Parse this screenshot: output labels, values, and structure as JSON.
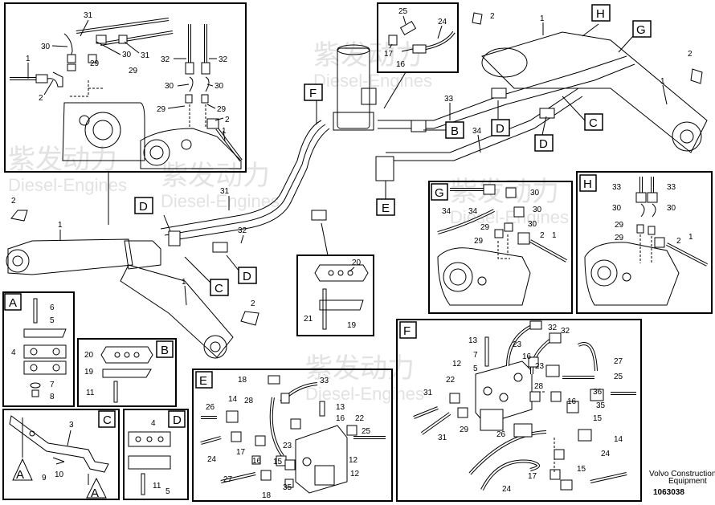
{
  "watermark": {
    "chinese": "紫发动力",
    "latin": "Diesel-Engines"
  },
  "footer": {
    "company_line1": "Volvo Construction",
    "company_line2": "Equipment",
    "drawing_number": "1063038"
  },
  "main_callouts": {
    "c1a": "1",
    "c2a": "2",
    "c31": "31",
    "c32": "32",
    "c1b": "1",
    "c2b": "2",
    "c33": "33",
    "c34": "34",
    "c1c": "1",
    "c2c": "2",
    "c1d": "1",
    "c2d": "2"
  },
  "main_letters": {
    "F": "F",
    "B": "B",
    "D1": "D",
    "D2": "D",
    "C1": "C",
    "D3": "D",
    "H": "H",
    "G": "G",
    "C2": "C",
    "D4": "D",
    "E": "E"
  },
  "inset_top_left": {
    "l31": "31",
    "l30a": "30",
    "l30b": "30",
    "l31b": "31",
    "l29a": "29",
    "l29b": "29",
    "l1": "1",
    "l2": "2",
    "l32a": "32",
    "l32b": "32",
    "l30c": "30",
    "l30d": "30",
    "l29c": "29",
    "l29d": "29",
    "l2b": "2",
    "l1b": "1"
  },
  "inset_top_mid": {
    "l25": "25",
    "l24": "24",
    "l17": "17",
    "l16": "16"
  },
  "detail_A": {
    "letter": "A",
    "l6": "6",
    "l5": "5",
    "l4": "4",
    "l7": "7",
    "l8": "8"
  },
  "detail_B": {
    "letter": "B",
    "l20": "20",
    "l19": "19",
    "l11": "11"
  },
  "detail_C": {
    "letter": "C",
    "l3": "3",
    "l9": "9",
    "l10": "10",
    "subA1": "A",
    "subA2": "A"
  },
  "detail_D": {
    "letter": "D",
    "l4": "4",
    "l5": "5",
    "l11": "11"
  },
  "detail_B_pop": {
    "l20": "20",
    "l21": "21",
    "l19": "19"
  },
  "detail_G": {
    "letter": "G",
    "l30a": "30",
    "l30b": "30",
    "l30c": "30",
    "l34a": "34",
    "l34b": "34",
    "l29a": "29",
    "l29b": "29",
    "l2": "2",
    "l1": "1"
  },
  "detail_H": {
    "letter": "H",
    "l33a": "33",
    "l33b": "33",
    "l30a": "30",
    "l30b": "30",
    "l29a": "29",
    "l29b": "29",
    "l2": "2",
    "l1": "1"
  },
  "detail_E": {
    "letter": "E",
    "l18": "18",
    "l33": "33",
    "l26": "26",
    "l14": "14",
    "l28": "28",
    "l13": "13",
    "l16": "16",
    "l22": "22",
    "l25": "25",
    "l23": "23",
    "l24": "24",
    "l17": "17",
    "l16b": "16",
    "l15": "15",
    "l27": "27",
    "l18b": "18",
    "l35": "35",
    "l12": "12",
    "l12b": "12"
  },
  "detail_F": {
    "letter": "F",
    "l13": "13",
    "l7": "7",
    "l5": "5",
    "l12": "12",
    "l32a": "32",
    "l32b": "32",
    "l23": "23",
    "l16": "16",
    "l23b": "23",
    "l22": "22",
    "l27": "27",
    "l25": "25",
    "l31": "31",
    "l28": "28",
    "l36": "36",
    "l16b": "16",
    "l35": "35",
    "l15": "15",
    "l29": "29",
    "l26": "26",
    "l14": "14",
    "l15b": "15",
    "l24": "24",
    "l17": "17",
    "l24b": "24"
  }
}
